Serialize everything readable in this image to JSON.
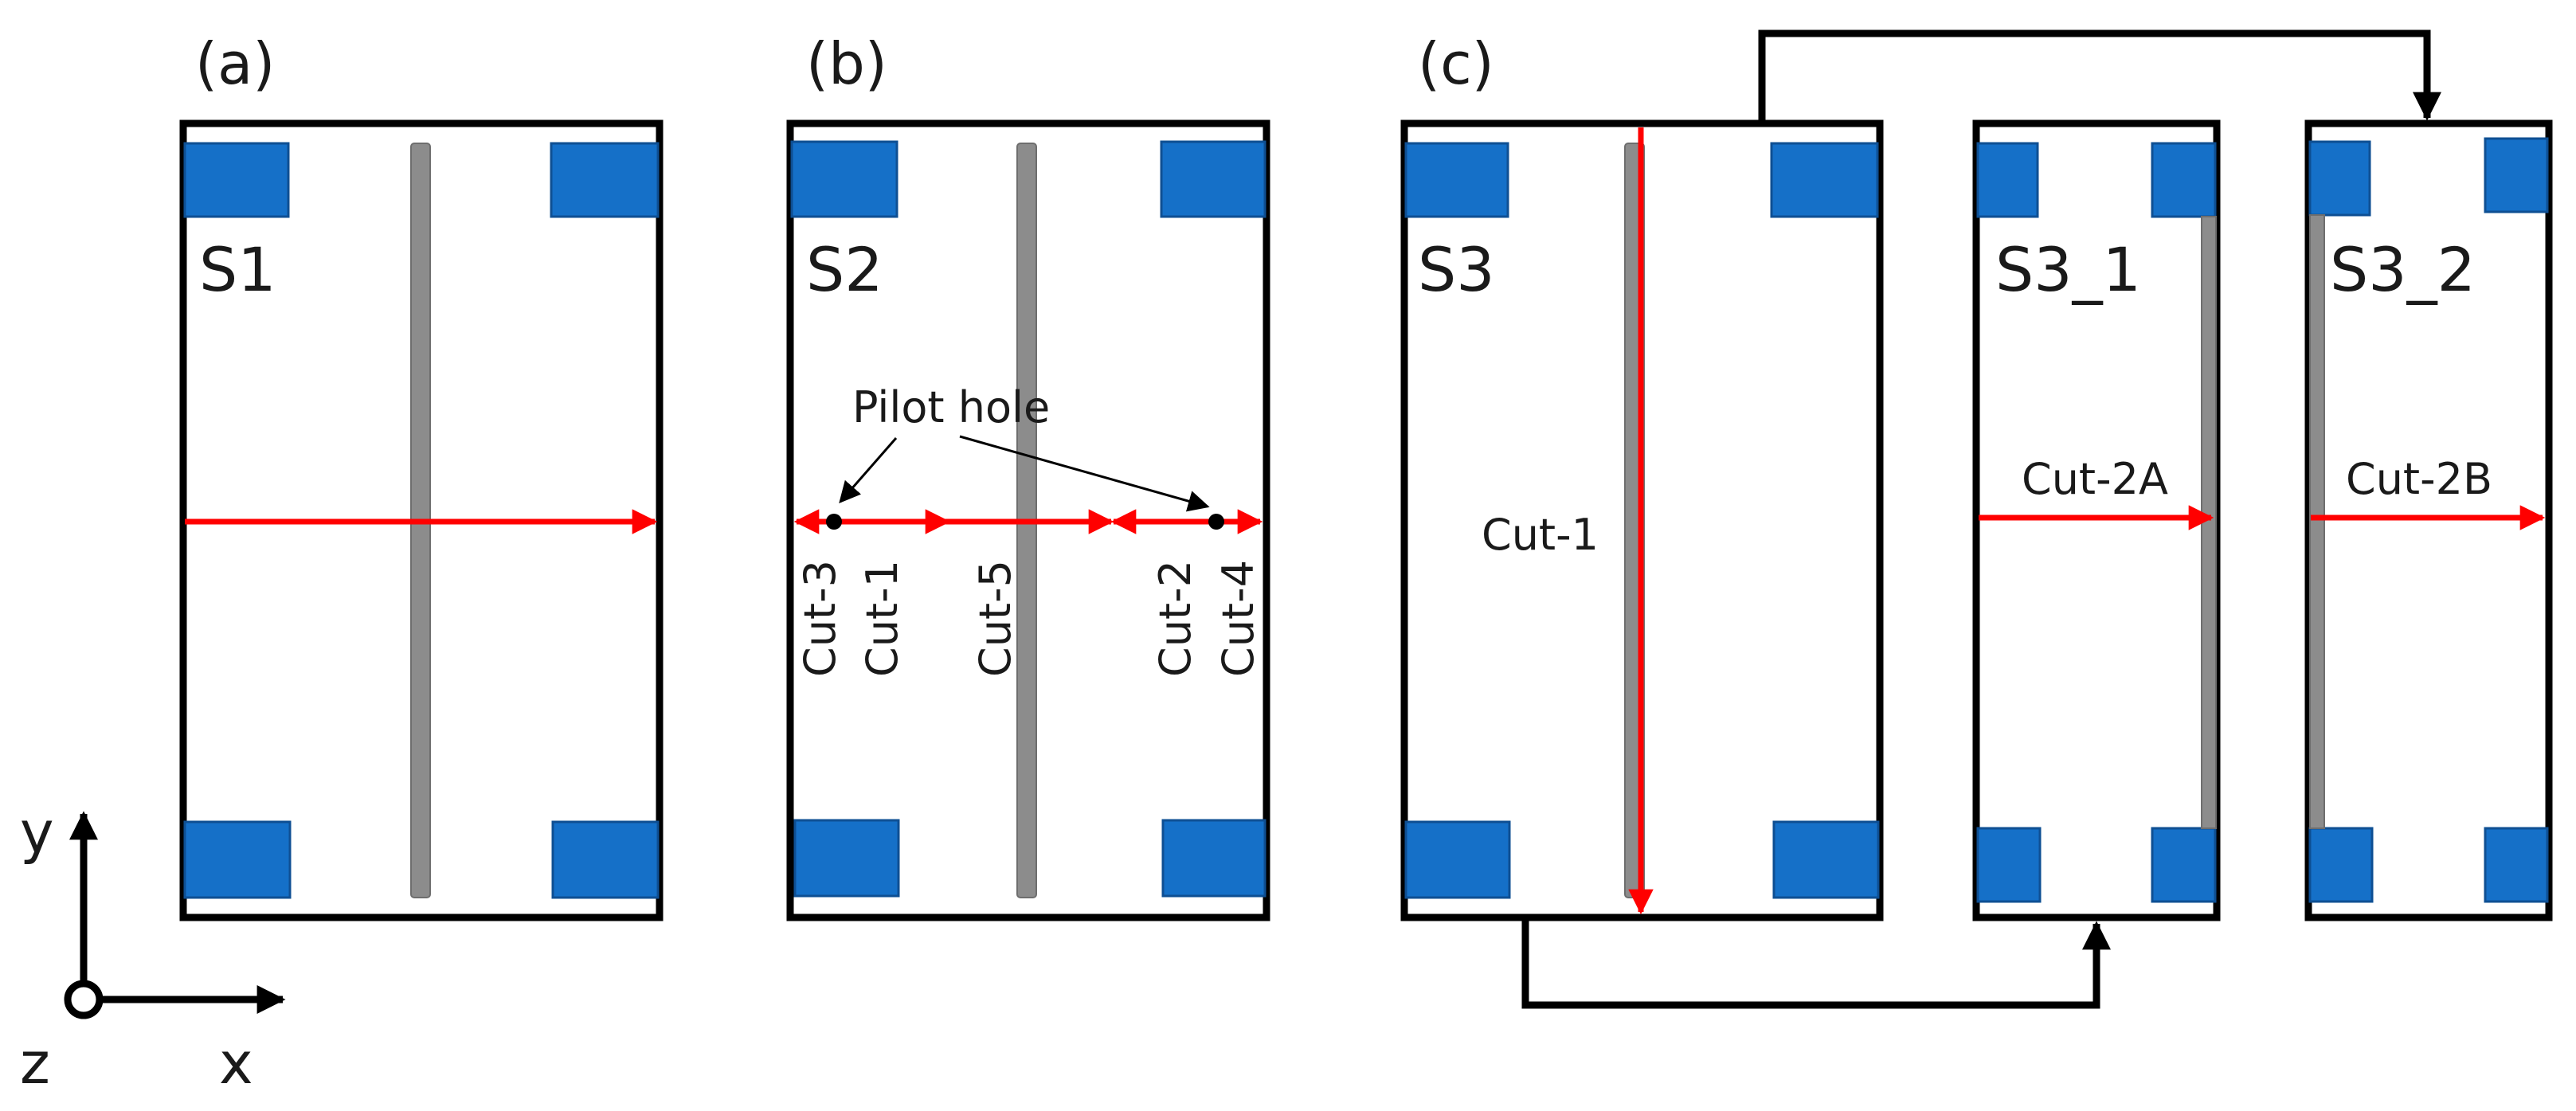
{
  "panels": {
    "a": {
      "label": "(a)",
      "specimen": "S1"
    },
    "b": {
      "label": "(b)",
      "specimen": "S2",
      "pilot_hole": "Pilot hole",
      "cuts": [
        "Cut-3",
        "Cut-1",
        "Cut-5",
        "Cut-2",
        "Cut-4"
      ]
    },
    "c": {
      "label": "(c)",
      "specimen": "S3",
      "cut": "Cut-1",
      "sub1": {
        "specimen": "S3_1",
        "cut": "Cut-2A"
      },
      "sub2": {
        "specimen": "S3_2",
        "cut": "Cut-2B"
      }
    }
  },
  "axes": {
    "y": "y",
    "x": "x",
    "z": "z"
  },
  "colors": {
    "pad": "#1570c8",
    "rod": "#8c8c8c",
    "cut": "#ff0000",
    "frame": "#000000"
  }
}
